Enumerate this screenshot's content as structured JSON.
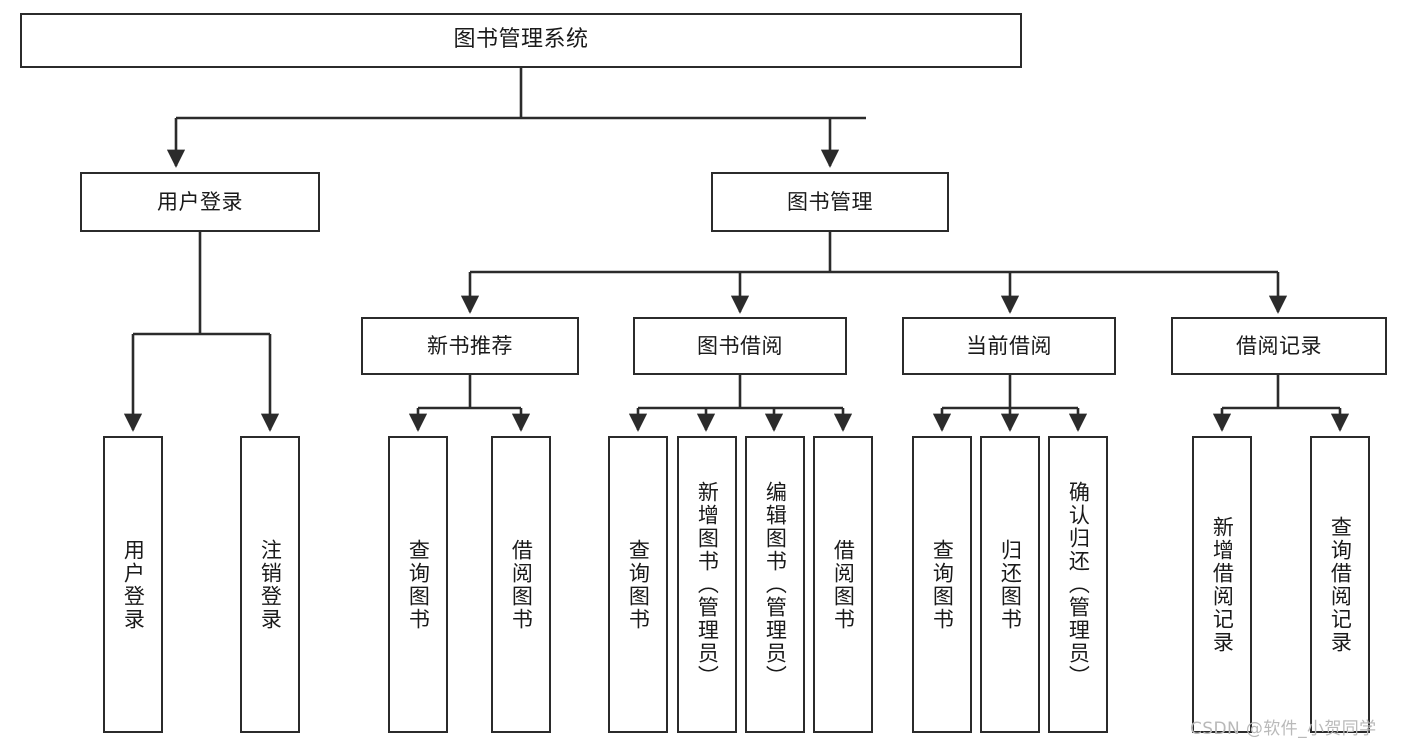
{
  "diagram": {
    "type": "tree",
    "title": "图书管理系统",
    "orientation": "top-down",
    "edge_color": "#2b2b2b",
    "box_border_color": "#2b2b2b",
    "box_fill_color": "#ffffff",
    "background_color": "#ffffff"
  },
  "root": {
    "label": "图书管理系统"
  },
  "level2": [
    {
      "label": "用户登录"
    },
    {
      "label": "图书管理"
    }
  ],
  "level3": [
    {
      "label": "新书推荐"
    },
    {
      "label": "图书借阅"
    },
    {
      "label": "当前借阅"
    },
    {
      "label": "借阅记录"
    }
  ],
  "leaves": {
    "user_login": [
      {
        "label": "用户登录"
      },
      {
        "label": "注销登录"
      }
    ],
    "new_book_recommend": [
      {
        "label": "查询图书"
      },
      {
        "label": "借阅图书"
      }
    ],
    "book_borrow": [
      {
        "label": "查询图书"
      },
      {
        "label": "新增图书（管理员）"
      },
      {
        "label": "编辑图书（管理员）"
      },
      {
        "label": "借阅图书"
      }
    ],
    "current_borrow": [
      {
        "label": "查询图书"
      },
      {
        "label": "归还图书"
      },
      {
        "label": "确认归还（管理员）"
      }
    ],
    "borrow_record": [
      {
        "label": "新增借阅记录"
      },
      {
        "label": "查询借阅记录"
      }
    ]
  },
  "watermark": {
    "text": "CSDN @软件_小贺同学"
  }
}
